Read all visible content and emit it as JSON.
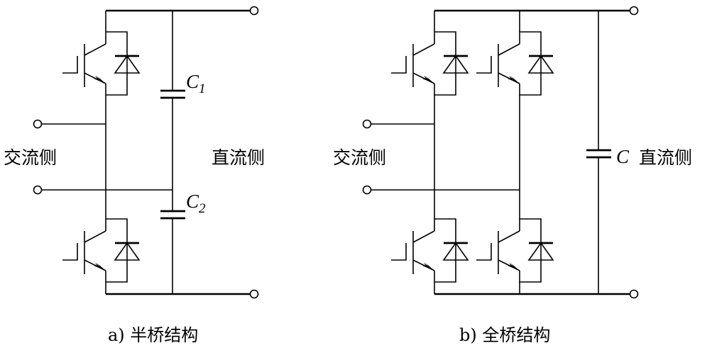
{
  "figure": {
    "panels": [
      {
        "id": "a",
        "caption": "a) 半桥结构",
        "ac_side_label": "交流侧",
        "dc_side_label": "直流侧",
        "capacitors": [
          {
            "name": "C",
            "subscript": "1"
          },
          {
            "name": "C",
            "subscript": "2"
          }
        ],
        "switch_count": 2,
        "components": "IGBT with anti-parallel diode"
      },
      {
        "id": "b",
        "caption": "b) 全桥结构",
        "ac_side_label": "交流侧",
        "dc_side_label": "直流侧",
        "capacitors": [
          {
            "name": "C",
            "subscript": ""
          }
        ],
        "switch_count": 4,
        "components": "IGBT with anti-parallel diode"
      }
    ],
    "colors": {
      "line": "#000000",
      "background": "#ffffff"
    }
  }
}
